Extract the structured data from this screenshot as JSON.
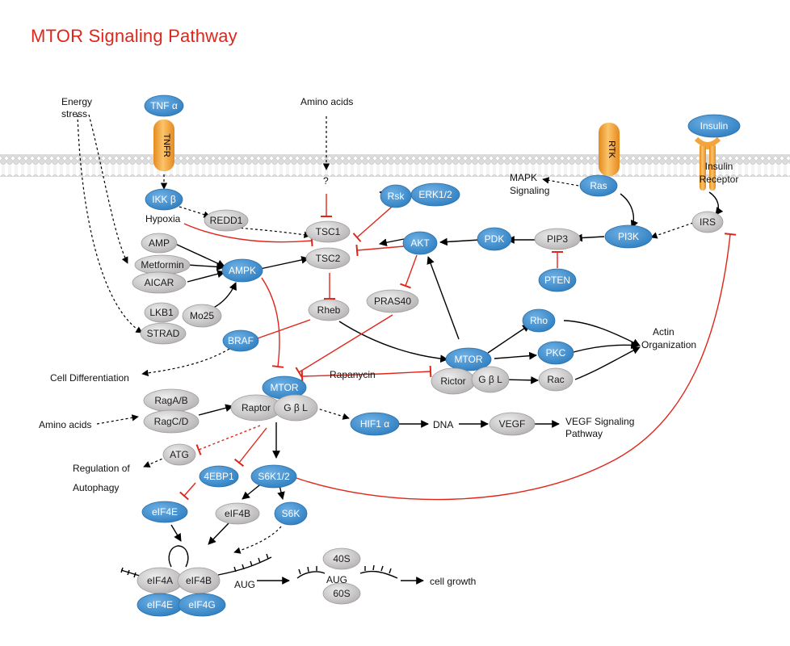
{
  "title": "MTOR Signaling Pathway",
  "colors": {
    "title": "#e0261b",
    "blue_node": "#3e8fd0",
    "gray_node": "#c9c6c6",
    "activation": "#000000",
    "inhibition": "#e0261b",
    "membrane": "#d8d8d8",
    "receptor": "#f3a43c"
  },
  "receptors": {
    "tnfr": "TNFR",
    "rtk": "RTK",
    "insulin_receptor": "Insulin Receptor"
  },
  "nodes": {
    "tnfa": "TNF α",
    "ikkb": "IKK β",
    "insulin": "Insulin",
    "irs": "IRS",
    "ras": "Ras",
    "rsk": "Rsk",
    "erk": "ERK1/2",
    "pi3k": "PI3K",
    "pip3": "PIP3",
    "pdk": "PDK",
    "pten": "PTEN",
    "akt": "AKT",
    "tsc1": "TSC1",
    "tsc2": "TSC2",
    "redd1": "REDD1",
    "amp": "AMP",
    "metformin": "Metformin",
    "aicar": "AICAR",
    "ampk": "AMPK",
    "lkb1": "LKB1",
    "strad": "STRAD",
    "mo25": "Mo25",
    "braf": "BRAF",
    "rheb": "Rheb",
    "pras40": "PRAS40",
    "mtor1": "MTOR",
    "raptor": "Raptor",
    "gbl1": "G β L",
    "raga": "RagA/B",
    "ragc": "RagC/D",
    "mtor2": "MTOR",
    "rictor": "Rictor",
    "gbl2": "G β L",
    "rho": "Rho",
    "pkc": "PKC",
    "rac": "Rac",
    "hif1a": "HIF1 α",
    "vegf": "VEGF",
    "atg": "ATG",
    "ebp1": "4EBP1",
    "s6k12": "S6K1/2",
    "eif4e_top": "eIF4E",
    "eif4b_top": "eIF4B",
    "s6k": "S6K",
    "eif4a": "eIF4A",
    "eif4b": "eIF4B",
    "eif4e": "eIF4E",
    "eif4g": "eIF4G",
    "s40": "40S",
    "s60": "60S"
  },
  "labels": {
    "energy_stress_1": "Energy",
    "energy_stress_2": "stress",
    "amino_acids_top": "Amino acids",
    "question": "?",
    "mapk_1": "MAPK",
    "mapk_2": "Signaling",
    "hypoxia": "Hypoxia",
    "cell_diff": "Cell Differentiation",
    "rapanycin": "Rapanycin",
    "amino_acids_left": "Amino acids",
    "actin_1": "Actin",
    "actin_2": "Organization",
    "dna": "DNA",
    "vegf_sig_1": "VEGF Signaling",
    "vegf_sig_2": "Pathway",
    "autophagy_1": "Regulation of",
    "autophagy_2": "Autophagy",
    "aug1": "AUG",
    "aug2": "AUG",
    "cell_growth": "cell growth"
  }
}
